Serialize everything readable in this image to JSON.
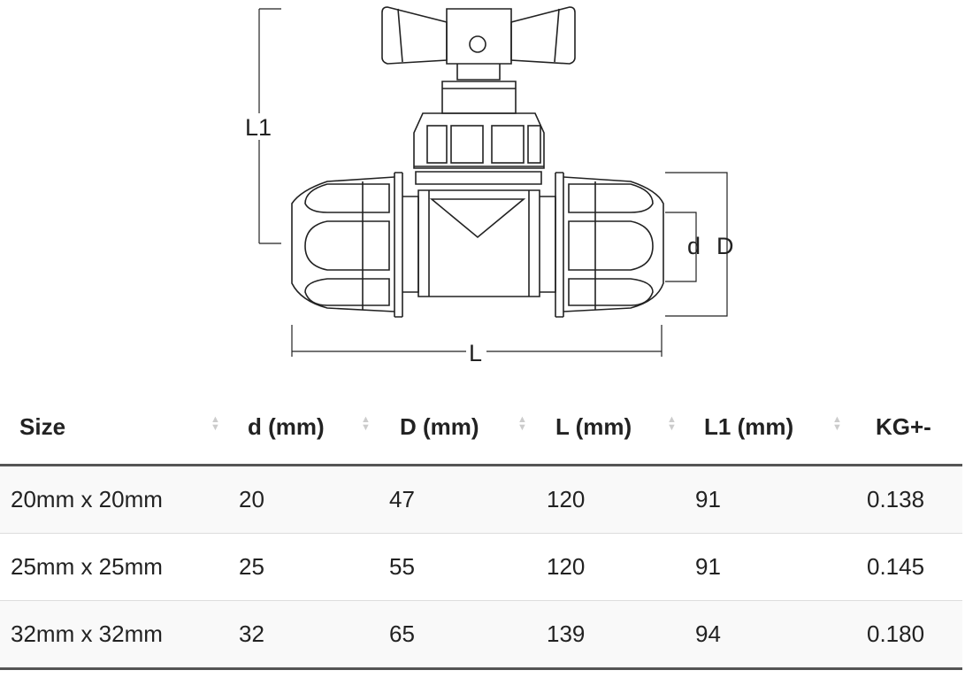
{
  "drawing": {
    "labels": {
      "L1": "L1",
      "L": "L",
      "d": "d",
      "D": "D"
    }
  },
  "table": {
    "headers": [
      "Size",
      "d (mm)",
      "D (mm)",
      "L (mm)",
      "L1 (mm)",
      "KG+-"
    ],
    "rows": [
      [
        "20mm x 20mm",
        "20",
        "47",
        "120",
        "91",
        "0.138"
      ],
      [
        "25mm x 25mm",
        "25",
        "55",
        "120",
        "91",
        "0.145"
      ],
      [
        "32mm x 32mm",
        "32",
        "65",
        "139",
        "94",
        "0.180"
      ]
    ]
  }
}
